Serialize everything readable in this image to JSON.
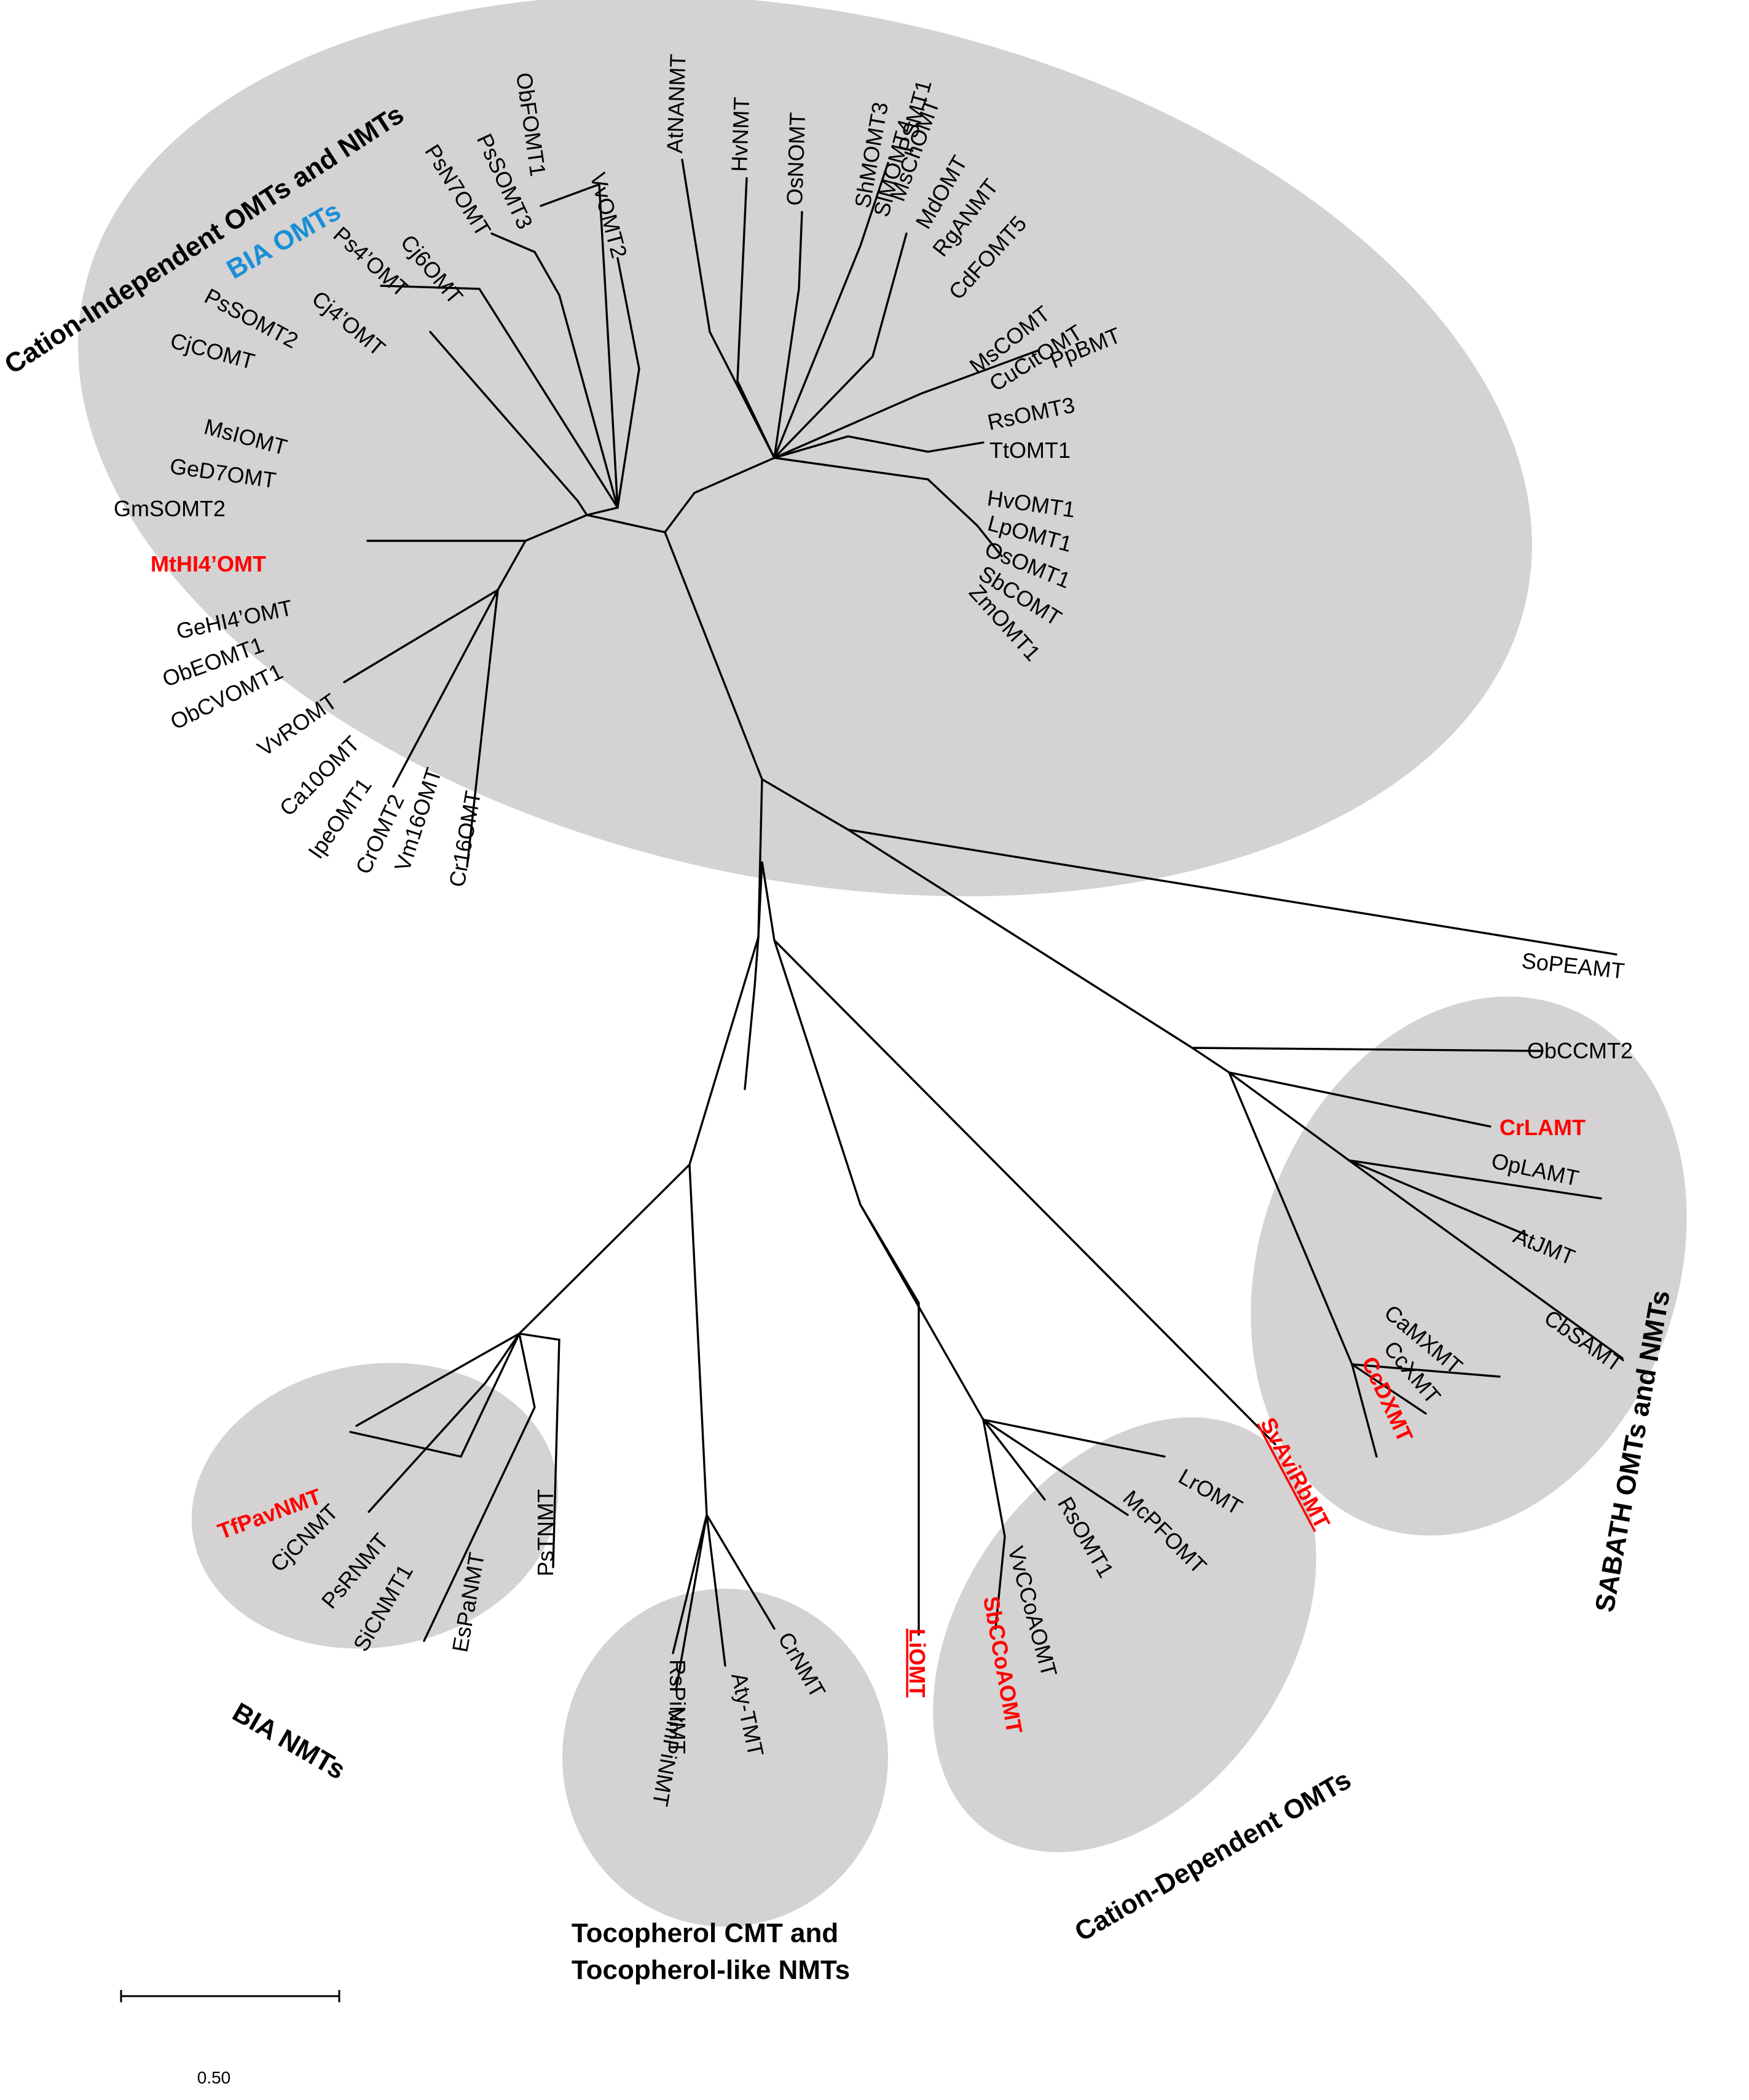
{
  "colors": {
    "clade_fill": "#d4d2d2",
    "branch": "#000000",
    "label": "#000000",
    "highlight": "#ff0000",
    "bia_omt": "#1a8fd6"
  },
  "clades": {
    "cation_independent": "Cation-Independent OMTs and NMTs",
    "sabath": "SABATH OMTs and NMTs",
    "bia_nmts": "BIA NMTs",
    "tocopherol_line1": "Tocopherol CMT and",
    "tocopherol_line2": "Tocopherol-like NMTs",
    "cation_dependent": "Cation-Dependent OMTs",
    "bia_omts": "BIA OMTs"
  },
  "scale_bar": {
    "label": "0.50"
  },
  "taxa": {
    "AtNANMT": "AtNANMT",
    "HvNMT": "HvNMT",
    "OsNOMT": "OsNOMT",
    "ShMOMT3": "ShMOMT3",
    "SlMOMT4": "SlMOMT4",
    "PSMT1": "PSMT1",
    "MsChOMT": "MsChOMT",
    "MdOMT": "MdOMT",
    "RgANMT": "RgANMT",
    "CdFOMT5": "CdFOMT5",
    "MsCOMT": "MsCOMT",
    "CuCitOMT": "CuCitOMT",
    "PpBMT": "PpBMT",
    "RsOMT3": "RsOMT3",
    "TtOMT1": "TtOMT1",
    "HvOMT1": "HvOMT1",
    "LpOMT1": "LpOMT1",
    "OsOMT1": "OsOMT1",
    "SbCOMT": "SbCOMT",
    "ZmOMT1": "ZmOMT1",
    "ObFOMT1": "ObFOMT1",
    "VvOMT2": "VvOMT2",
    "PsSOMT3": "PsSOMT3",
    "PsN7OMT": "PsN7OMT",
    "Cj6OMT": "Cj6OMT",
    "Ps4OMT": "Ps4’OMT",
    "Cj4OMT": "Cj4’OMT",
    "PsSOMT2": "PsSOMT2",
    "CjCOMT": "CjCOMT",
    "MsIOMT": "MsIOMT",
    "GeD7OMT": "GeD7OMT",
    "GmSOMT2": "GmSOMT2",
    "MtHI4OMT": "MtHI4’OMT",
    "GeHI4OMT": "GeHI4’OMT",
    "ObEOMT1": "ObEOMT1",
    "ObCVOMT1": "ObCVOMT1",
    "VvROMT": "VvROMT",
    "Ca10OMT": "Ca10OMT",
    "IpeOMT1": "IpeOMT1",
    "CrOMT2": "CrOMT2",
    "Vm16OMT": "Vm16OMT",
    "Cr16OMT": "Cr16OMT",
    "SoPEAMT": "SoPEAMT",
    "ObCCMT2": "ObCCMT2",
    "CrLAMT": "CrLAMT",
    "OpLAMT": "OpLAMT",
    "AtJMT": "AtJMT",
    "CbSAMT": "CbSAMT",
    "CaMXMT": "CaMXMT",
    "CcXMT": "CcXMT",
    "CcDXMT": "CcDXMT",
    "SvAviRbMT": "SvAviRbMT",
    "LrOMT": "LrOMT",
    "McPFOMT": "McPFOMT",
    "RsOMT1": "RsOMT1",
    "VvCCoAOMT": "VvCCoAOMT",
    "SbCCoAOMT": "SbCCoAOMT",
    "LiOMT": "LiOMT",
    "CrNMT": "CrNMT",
    "AtyTMT": "Aty-TMT",
    "RsPiNMT": "RsPiNMT",
    "VmPiNMT": "VmPiNMT",
    "PsTNMT": "PsTNMT",
    "EsPaNMT": "EsPaNMT",
    "SiCNMT1": "SiCNMT1",
    "PsRNMT": "PsRNMT",
    "CjCNMT": "CjCNMT",
    "TfPavNMT": "TfPavNMT"
  }
}
